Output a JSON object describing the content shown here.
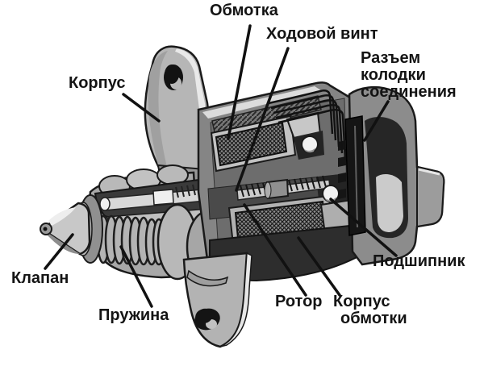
{
  "diagram": {
    "labels": {
      "korpus": "Корпус",
      "obmotka": "Обмотка",
      "khodovoy_vint": "Ходовой винт",
      "razyem": {
        "line1": "Разъем",
        "line2": "колодки",
        "line3": "соединения"
      },
      "klapan": "Клапан",
      "pruzhina": "Пружина",
      "rotor": "Ротор",
      "korpus_obmotki": {
        "line1": "Корпус",
        "line2": "обмотки"
      },
      "podshipnik": "Подшипник"
    },
    "colors": {
      "background": "#ffffff",
      "ink": "#141414",
      "metal_light": "#c8c8c8",
      "metal_mid": "#8c8c8c",
      "metal_dark": "#2d2d2d"
    }
  }
}
